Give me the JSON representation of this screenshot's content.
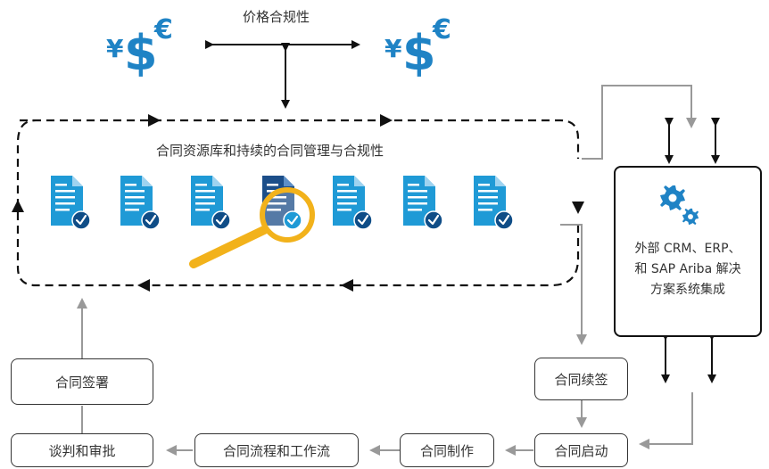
{
  "top_label": "价格合规性",
  "repository_label": "合同资源库和持续的合同管理与合规性",
  "integration_text": [
    "外部 CRM、ERP、",
    "和 SAP Ariba 解决",
    "方案系统集成"
  ],
  "currency_symbols": {
    "yen": "¥",
    "dollar": "$",
    "euro": "€"
  },
  "process": {
    "sign": "合同签署",
    "negotiate": "谈判和审批",
    "workflow": "合同流程和工作流",
    "create": "合同制作",
    "launch": "合同启动",
    "renew": "合同续签"
  },
  "colors": {
    "doc_blue": "#1f9ad6",
    "doc_dark": "#1c4e89",
    "check": "#0f4d87",
    "magnifier": "#f2b21b",
    "arrow_gray": "#999999"
  }
}
